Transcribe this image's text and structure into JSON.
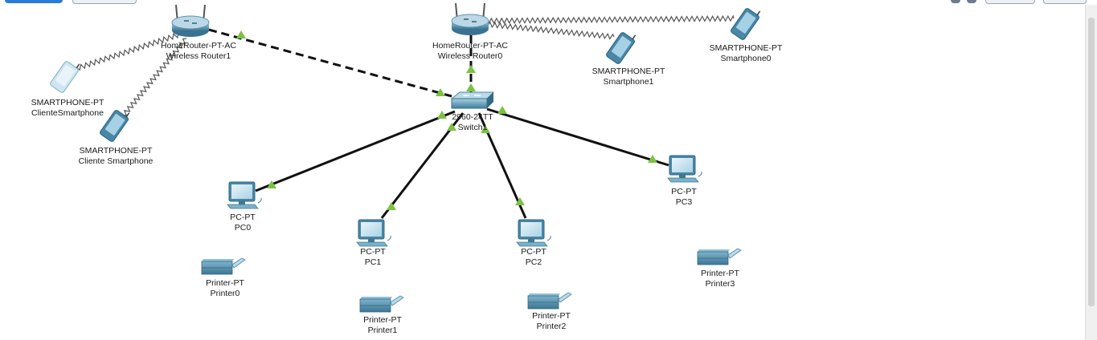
{
  "devices": [
    {
      "id": "r1",
      "kind": "router",
      "model": "HomeRouter-PT-AC",
      "name": "Wireless Router1"
    },
    {
      "id": "r0",
      "kind": "router",
      "model": "HomeRouter-PT-AC",
      "name": "Wireless Router0"
    },
    {
      "id": "sw",
      "kind": "switch",
      "model": "2960-24TT",
      "name": "Switch1"
    },
    {
      "id": "cs",
      "kind": "phone",
      "model": "SMARTPHONE-PT",
      "name": "ClienteSmartphone",
      "icon": "smartphone-icon-light"
    },
    {
      "id": "cs2",
      "kind": "phone",
      "model": "SMARTPHONE-PT",
      "name": "Cliente Smartphone",
      "icon": "smartphone-icon"
    },
    {
      "id": "sp1",
      "kind": "phone",
      "model": "SMARTPHONE-PT",
      "name": "Smartphone1",
      "icon": "smartphone-icon"
    },
    {
      "id": "sp0",
      "kind": "phone",
      "model": "SMARTPHONE-PT",
      "name": "Smartphone0",
      "icon": "smartphone-icon"
    },
    {
      "id": "pc0",
      "kind": "pc",
      "model": "PC-PT",
      "name": "PC0"
    },
    {
      "id": "pc1",
      "kind": "pc",
      "model": "PC-PT",
      "name": "PC1"
    },
    {
      "id": "pc2",
      "kind": "pc",
      "model": "PC-PT",
      "name": "PC2"
    },
    {
      "id": "pc3",
      "kind": "pc",
      "model": "PC-PT",
      "name": "PC3"
    },
    {
      "id": "pr0",
      "kind": "printer",
      "model": "Printer-PT",
      "name": "Printer0"
    },
    {
      "id": "pr1",
      "kind": "printer",
      "model": "Printer-PT",
      "name": "Printer1"
    },
    {
      "id": "pr2",
      "kind": "printer",
      "model": "Printer-PT",
      "name": "Printer2"
    },
    {
      "id": "pr3",
      "kind": "printer",
      "model": "Printer-PT",
      "name": "Printer3"
    }
  ],
  "links": [
    {
      "from": "r1",
      "to": "sw",
      "type": "crossover-dashed"
    },
    {
      "from": "r0",
      "to": "sw",
      "type": "crossover-dashed"
    },
    {
      "from": "sw",
      "to": "pc0",
      "type": "straight"
    },
    {
      "from": "sw",
      "to": "pc1",
      "type": "straight"
    },
    {
      "from": "sw",
      "to": "pc2",
      "type": "straight"
    },
    {
      "from": "sw",
      "to": "pc3",
      "type": "straight"
    },
    {
      "from": "r1",
      "to": "cs",
      "type": "wireless"
    },
    {
      "from": "r1",
      "to": "cs2",
      "type": "wireless"
    },
    {
      "from": "r0",
      "to": "sp1",
      "type": "wireless"
    },
    {
      "from": "r0",
      "to": "sp0",
      "type": "wireless"
    }
  ],
  "colors": {
    "link": "#111111",
    "wireless": "#555555",
    "port_up": "#7cc242",
    "device_teal": "#4d8aa6",
    "device_teal_light": "#8fc0d6",
    "device_dark": "#2f6a86",
    "canvas_bg": "#ffffff"
  }
}
